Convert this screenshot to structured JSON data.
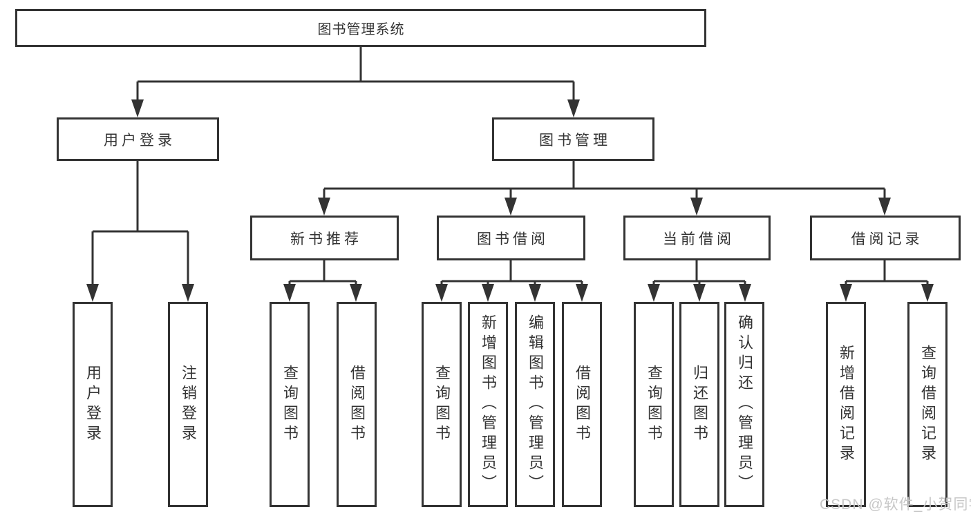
{
  "diagram": {
    "root": "图书管理系统",
    "branches": [
      {
        "label": "用户登录",
        "leaves": [
          "用户登录",
          "注销登录"
        ]
      },
      {
        "label": "图书管理",
        "sections": [
          {
            "label": "新书推荐",
            "leaves": [
              "查询图书",
              "借阅图书"
            ]
          },
          {
            "label": "图书借阅",
            "leaves": [
              "查询图书",
              "新增图书（管理员）",
              "编辑图书（管理员）",
              "借阅图书"
            ]
          },
          {
            "label": "当前借阅",
            "leaves": [
              "查询图书",
              "归还图书",
              "确认归还（管理员）"
            ]
          },
          {
            "label": "借阅记录",
            "leaves": [
              "新增借阅记录",
              "查询借阅记录"
            ]
          }
        ]
      }
    ]
  },
  "watermark": {
    "text": "CSDN @软件_小贺同学"
  },
  "colors": {
    "line": "#333333",
    "text": "#333333",
    "box_fill": "#ffffff",
    "background": "#ffffff",
    "watermark_text": "#c7c7c7"
  }
}
